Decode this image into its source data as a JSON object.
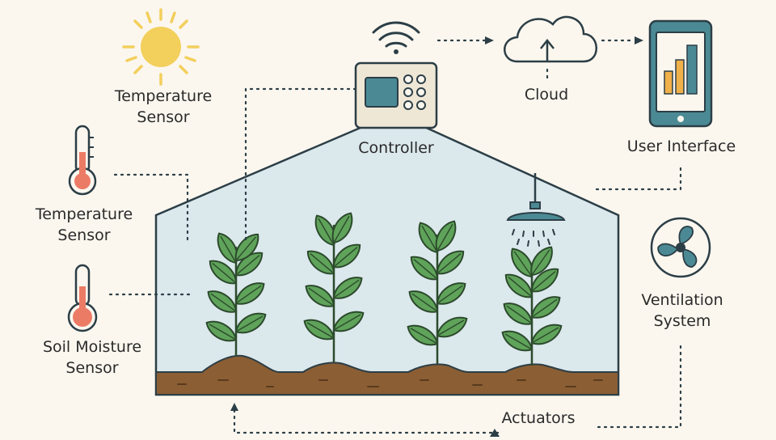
{
  "labels": {
    "temp_sensor_sun": [
      "Temperature",
      "Sensor"
    ],
    "temp_sensor_thermo": [
      "Temperature",
      "Sensor"
    ],
    "soil_sensor": [
      "Soil Moisture",
      "Sensor"
    ],
    "controller": "Controller",
    "cloud": "Cloud",
    "user_interface": "User Interface",
    "ventilation": [
      "Ventilation",
      "System"
    ],
    "actuators": "Actuators"
  },
  "icons": {
    "sun": "sun-icon",
    "thermometer_temp": "thermometer-icon",
    "thermometer_soil": "thermometer-icon",
    "controller": "controller-device-icon",
    "wifi": "wifi-icon",
    "cloud": "cloud-upload-icon",
    "phone": "smartphone-chart-icon",
    "sprinkler": "sprinkler-icon",
    "fan": "fan-icon"
  },
  "colors": {
    "background": "#fbf7ef",
    "greenhouse_fill": "#dbe8ec",
    "outline": "#2c3e46",
    "soil": "#8b5e34",
    "leaf": "#5fa35a",
    "sun": "#f3cf5c",
    "thermo_red": "#ec7b66",
    "screen_teal": "#4b8a94",
    "fan_teal": "#4b8a94"
  }
}
